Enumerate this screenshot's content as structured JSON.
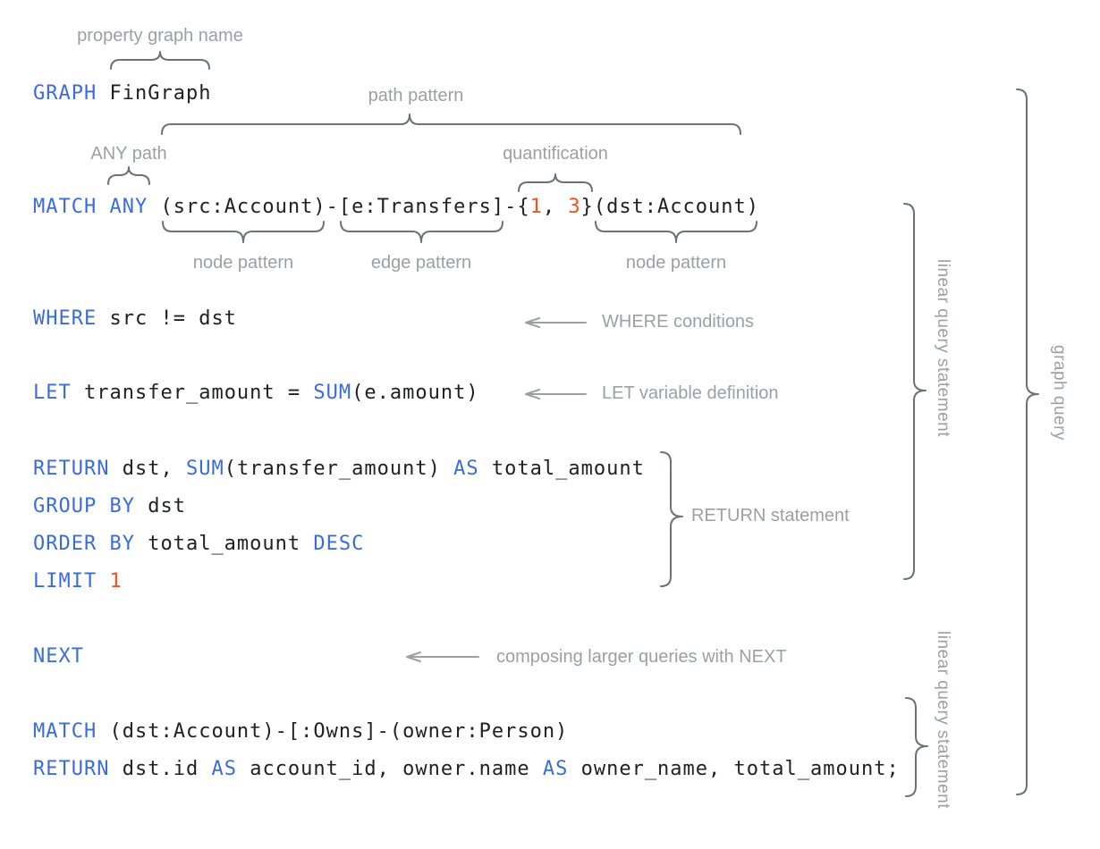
{
  "figure": {
    "description": "Annotated GQL graph query syntax diagram"
  },
  "colors": {
    "keyword_blue": "#3B6CDE",
    "number_orange": "#F4511E",
    "code_black": "#202124",
    "label_gray": "#9AA0A6",
    "brace_gray": "#6D7175",
    "arrow_gray": "#9AA0A6",
    "background": "#FFFFFF"
  },
  "code": {
    "lines": [
      {
        "name": "graph-clause",
        "tokens": [
          {
            "c": "kw",
            "t": "GRAPH"
          },
          {
            "c": "pl",
            "t": " FinGraph"
          }
        ]
      },
      {
        "name": "match-any",
        "tokens": [
          {
            "c": "kw",
            "t": "MATCH ANY"
          },
          {
            "c": "pl",
            "t": " (src:Account)-[e:Transfers]-{"
          },
          {
            "c": "num",
            "t": "1"
          },
          {
            "c": "pl",
            "t": ", "
          },
          {
            "c": "num",
            "t": "3"
          },
          {
            "c": "pl",
            "t": "}(dst:Account)"
          }
        ]
      },
      {
        "name": "where",
        "tokens": [
          {
            "c": "kw",
            "t": "WHERE"
          },
          {
            "c": "pl",
            "t": " src != dst"
          }
        ]
      },
      {
        "name": "let",
        "tokens": [
          {
            "c": "kw",
            "t": "LET"
          },
          {
            "c": "pl",
            "t": " transfer_amount = "
          },
          {
            "c": "kw",
            "t": "SUM"
          },
          {
            "c": "pl",
            "t": "(e.amount)"
          }
        ]
      },
      {
        "name": "return-1",
        "tokens": [
          {
            "c": "kw",
            "t": "RETURN"
          },
          {
            "c": "pl",
            "t": " dst, "
          },
          {
            "c": "kw",
            "t": "SUM"
          },
          {
            "c": "pl",
            "t": "(transfer_amount) "
          },
          {
            "c": "kw",
            "t": "AS"
          },
          {
            "c": "pl",
            "t": " total_amount"
          }
        ]
      },
      {
        "name": "group-by",
        "tokens": [
          {
            "c": "kw",
            "t": "GROUP BY"
          },
          {
            "c": "pl",
            "t": " dst"
          }
        ]
      },
      {
        "name": "order-by",
        "tokens": [
          {
            "c": "kw",
            "t": "ORDER BY"
          },
          {
            "c": "pl",
            "t": " total_amount "
          },
          {
            "c": "kw",
            "t": "DESC"
          }
        ]
      },
      {
        "name": "limit",
        "tokens": [
          {
            "c": "kw",
            "t": "LIMIT"
          },
          {
            "c": "pl",
            "t": " "
          },
          {
            "c": "num",
            "t": "1"
          }
        ]
      },
      {
        "name": "next",
        "tokens": [
          {
            "c": "kw",
            "t": "NEXT"
          }
        ]
      },
      {
        "name": "match-2",
        "tokens": [
          {
            "c": "kw",
            "t": "MATCH"
          },
          {
            "c": "pl",
            "t": " (dst:Account)-[:Owns]-(owner:Person)"
          }
        ]
      },
      {
        "name": "return-2",
        "tokens": [
          {
            "c": "kw",
            "t": "RETURN"
          },
          {
            "c": "pl",
            "t": " dst.id "
          },
          {
            "c": "kw",
            "t": "AS"
          },
          {
            "c": "pl",
            "t": " account_id, owner.name "
          },
          {
            "c": "kw",
            "t": "AS"
          },
          {
            "c": "pl",
            "t": " owner_name, total_amount;"
          }
        ]
      }
    ]
  },
  "annotations": {
    "property_graph_name": "property graph name",
    "path_pattern": "path pattern",
    "any_path": "ANY path",
    "quantification": "quantification",
    "node_pattern_1": "node pattern",
    "edge_pattern": "edge pattern",
    "node_pattern_2": "node pattern",
    "where_conditions": "WHERE conditions",
    "let_variable": "LET variable definition",
    "return_statement": "RETURN statement",
    "composing_next": "composing larger queries with NEXT",
    "linear_query_statement_1": "linear query statement",
    "linear_query_statement_2": "linear query statement",
    "graph_query": "graph query"
  }
}
